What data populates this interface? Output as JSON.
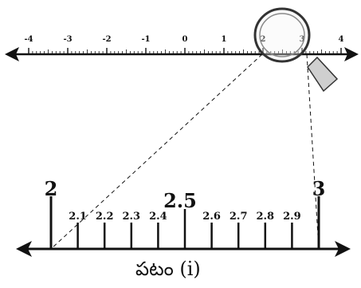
{
  "top_line": {
    "labels": [
      "-4",
      "-3",
      "-2",
      "-1",
      "0",
      "1",
      "2",
      "3",
      "4"
    ]
  },
  "zoom_line": {
    "start_label": "2",
    "end_label": "3",
    "mid_label": "2.5",
    "minor_labels": [
      "2.1",
      "2.2",
      "2.3",
      "2.4",
      "2.6",
      "2.7",
      "2.8",
      "2.9"
    ]
  },
  "caption": "పటం (i)"
}
